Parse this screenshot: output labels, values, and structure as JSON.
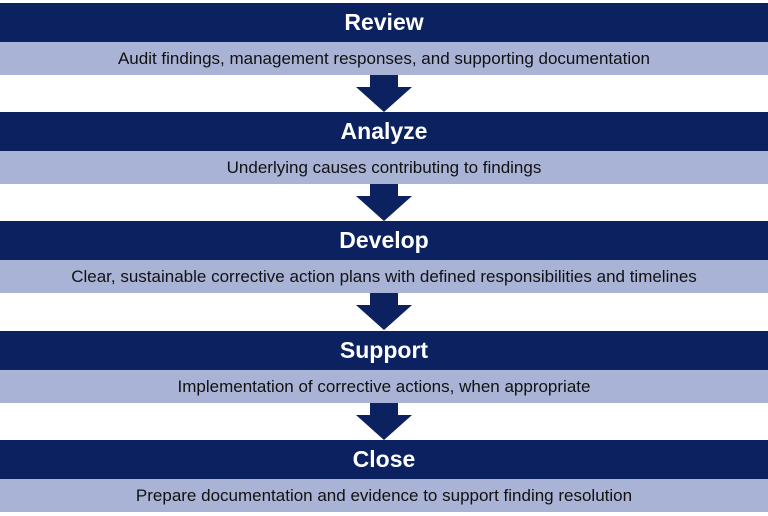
{
  "colors": {
    "header_bg": "#0b2160",
    "desc_bg": "#a9b3d6",
    "arrow": "#0b2160"
  },
  "steps": [
    {
      "title": "Review",
      "description": "Audit findings, management responses, and supporting documentation"
    },
    {
      "title": "Analyze",
      "description": "Underlying causes contributing to findings"
    },
    {
      "title": "Develop",
      "description": "Clear, sustainable corrective action plans with defined responsibilities and timelines"
    },
    {
      "title": "Support",
      "description": "Implementation of corrective actions, when appropriate"
    },
    {
      "title": "Close",
      "description": "Prepare documentation and evidence to support finding resolution"
    }
  ],
  "arrows": [
    {
      "icon": "arrow-down-icon"
    },
    {
      "icon": "arrow-down-icon"
    },
    {
      "icon": "arrow-down-icon"
    },
    {
      "icon": "arrow-down-icon"
    }
  ]
}
